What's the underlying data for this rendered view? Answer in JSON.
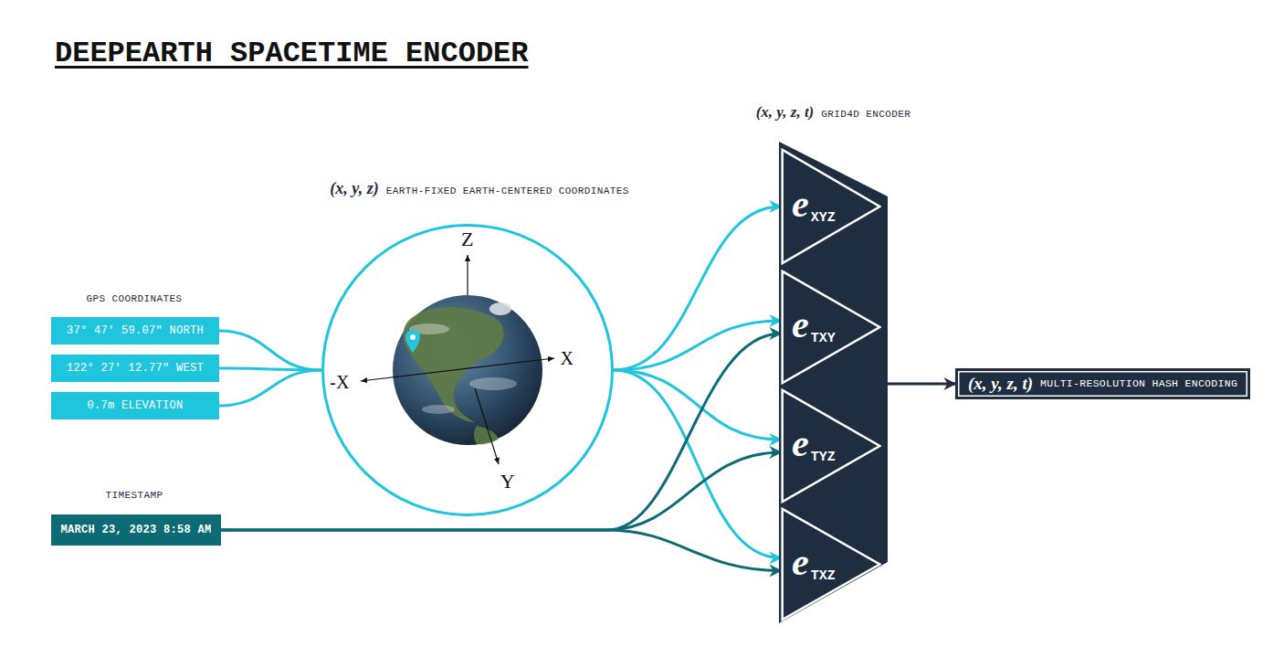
{
  "diagram": {
    "title": "DEEPEARTH SPACETIME ENCODER",
    "nodes": [
      {
        "text": [
          "37° 47′ 59.07″ NORTH"
        ]
      },
      {
        "text": [
          "122° 27′ 12.77″ WEST"
        ]
      },
      {
        "text": [
          "0.7m ELEVATION"
        ]
      },
      {
        "text": [
          "MARCH 23, 2023 8:58 AM"
        ]
      },
      {
        "text": [
          "(x, y, z)",
          "EARTH-FIXED EARTH-CENTERED COORDINATES"
        ]
      },
      {
        "text": [
          "(x, y, z, t)",
          "GRID4D ENCODER"
        ]
      },
      {
        "text": [
          "e",
          "XYZ"
        ],
        "in": 5
      },
      {
        "text": [
          "e",
          "TXY"
        ],
        "in": 5
      },
      {
        "text": [
          "e",
          "TYZ"
        ],
        "in": 5
      },
      {
        "text": [
          "e",
          "TXZ"
        ],
        "in": 5
      },
      {
        "text": [
          "(x, y, z, t)",
          "MULTI-RESOLUTION HASH ENCODING"
        ]
      }
    ],
    "edges": [
      {
        "from": 0,
        "to": 4,
        "arrow": "none"
      },
      {
        "from": 1,
        "to": 4,
        "arrow": "none"
      },
      {
        "from": 2,
        "to": 4,
        "arrow": "none"
      },
      {
        "from": 4,
        "to": 6,
        "arrow": "to"
      },
      {
        "from": 4,
        "to": 7,
        "arrow": "to"
      },
      {
        "from": 4,
        "to": 8,
        "arrow": "to"
      },
      {
        "from": 4,
        "to": 9,
        "arrow": "to"
      },
      {
        "from": 3,
        "to": 7,
        "arrow": "to"
      },
      {
        "from": 3,
        "to": 8,
        "arrow": "to"
      },
      {
        "from": 3,
        "to": 9,
        "arrow": "to"
      },
      {
        "from": 5,
        "to": 10,
        "arrow": "to"
      }
    ],
    "labels": [
      "GPS COORDINATES",
      "TIMESTAMP",
      "Z",
      "-X",
      "X",
      "Y"
    ]
  }
}
